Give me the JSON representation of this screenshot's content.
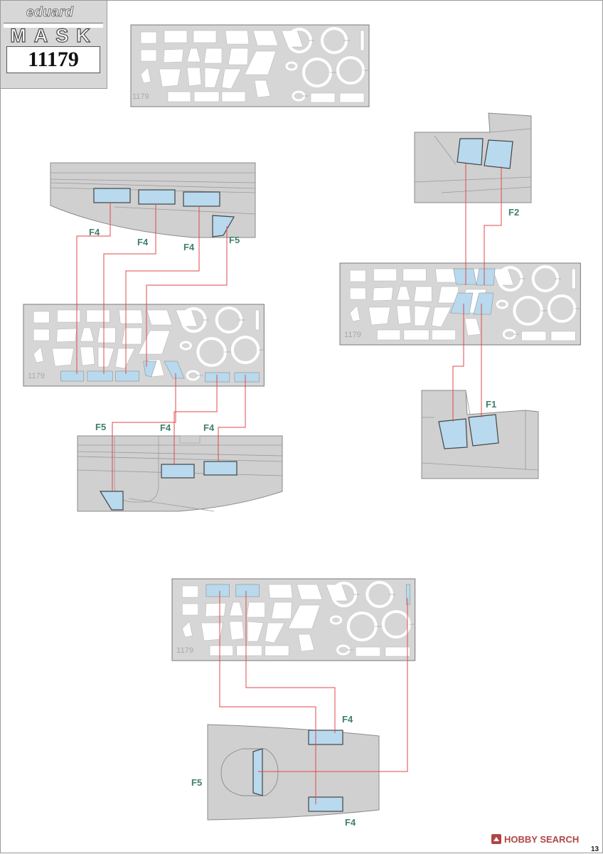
{
  "badge": {
    "brand": "eduard",
    "product": "MASK",
    "code": "11179"
  },
  "sheet_number": "1179",
  "labels": {
    "f1": "F1",
    "f2": "F2",
    "f4": "F4",
    "f5": "F5"
  },
  "watermark": {
    "logo_text": "HOBBY SEARCH"
  },
  "page_number": "13",
  "colors": {
    "sheet": "#d6d6d6",
    "aircraft": "#d0d0d0",
    "mask_blue": "#b8d9ee",
    "leader_red": "#e04a4a",
    "callout_green": "#3f7f6e"
  }
}
